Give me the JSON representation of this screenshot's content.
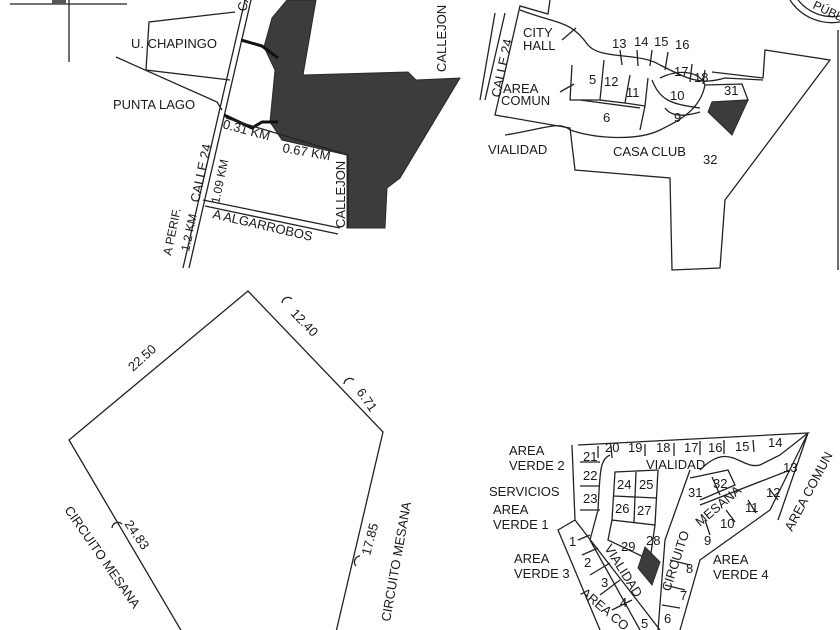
{
  "location_map": {
    "chapingo": "U. CHAPINGO",
    "punta_lago": "PUNTA LAGO",
    "callejon_top": "CALLEJON",
    "callejon_bottom": "CALLEJON",
    "dist_1": "0.31 KM",
    "dist_2": "0.67 KM",
    "calle_24": "CALLE 24",
    "dist_calle": "1.09 KM",
    "algarrobos": "A ALGARROBOS",
    "perif": "A PERIF.",
    "perif_dist": "1.2 KM",
    "cut_label": "CA"
  },
  "master_plan": {
    "calle_24": "CALLE 24",
    "city_hall": [
      "CITY",
      "HALL"
    ],
    "area_comun": [
      "AREA",
      "COMUN"
    ],
    "vialidad": "VIALIDAD",
    "casa_club": "CASA CLUB",
    "plaza_label": "PÚBL",
    "lots": {
      "5": "5",
      "6": "6",
      "9": "9",
      "10": "10",
      "11": "11",
      "12": "12",
      "13": "13",
      "14": "14",
      "15": "15",
      "16": "16",
      "17": "17",
      "18": "18",
      "31": "31",
      "32": "32"
    }
  },
  "lot_polygon": {
    "side_a": "22.50",
    "side_b": "12.40",
    "side_c": "6.71",
    "side_d": "17.85",
    "side_e": "24.83",
    "street_right": "CIRCUITO MESANA",
    "street_left": "CIRCUITO MESANA"
  },
  "subdivision": {
    "area_verde_2": [
      "AREA",
      "VERDE 2"
    ],
    "servicios": "SERVICIOS",
    "area_verde_1": [
      "AREA",
      "VERDE 1"
    ],
    "area_verde_3": [
      "AREA",
      "VERDE 3"
    ],
    "area_verde_4": [
      "AREA",
      "VERDE 4"
    ],
    "vialidad_top": "VIALIDAD",
    "vialidad_diag": "VIALIDAD",
    "circuito": "CIRCUITO",
    "mesana": "MESANA",
    "area_comun": "AREA COMUN",
    "area_co": "AREA CO",
    "lots": [
      "1",
      "2",
      "3",
      "4",
      "5",
      "6",
      "7",
      "8",
      "9",
      "10",
      "11",
      "12",
      "13",
      "14",
      "15",
      "16",
      "17",
      "18",
      "19",
      "20",
      "21",
      "22",
      "23",
      "24",
      "25",
      "26",
      "27",
      "28",
      "29",
      "31",
      "32"
    ]
  }
}
